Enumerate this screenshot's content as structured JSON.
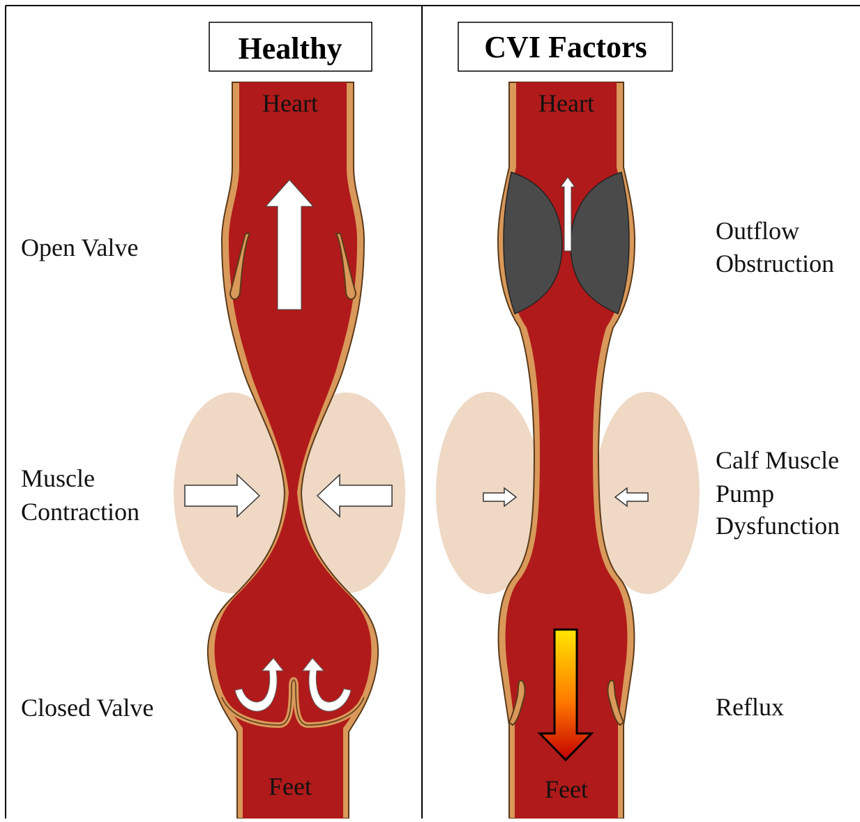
{
  "panels": {
    "healthy": {
      "title": "Healthy",
      "top_label": "Heart",
      "bottom_label": "Feet",
      "side_labels": {
        "upper": [
          "Open Valve"
        ],
        "middle": [
          "Muscle",
          "Contraction"
        ],
        "lower": [
          "Closed Valve"
        ]
      }
    },
    "cvi": {
      "title": "CVI Factors",
      "top_label": "Heart",
      "bottom_label": "Feet",
      "side_labels": {
        "upper": [
          "Outflow",
          "Obstruction"
        ],
        "middle": [
          "Calf Muscle",
          "Pump",
          "Dysfunction"
        ],
        "lower": [
          "Reflux"
        ]
      }
    }
  },
  "colors": {
    "blood": "#b01a1a",
    "vein_wall": "#d9995a",
    "wall_outline": "#5a3a1a",
    "muscle": "#efd8c4",
    "obstruction": "#4a4a4a",
    "arrow": "#ffffff",
    "reflux_top": "#ffe600",
    "reflux_bottom": "#c40000"
  }
}
